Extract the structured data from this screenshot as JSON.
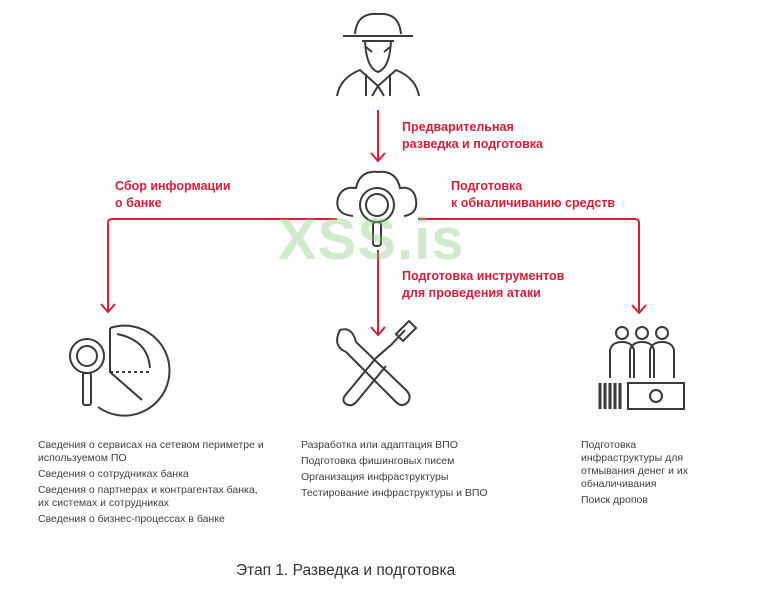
{
  "labels": {
    "recon": [
      "Предварительная",
      "разведка и подготовка"
    ],
    "collect": [
      "Сбор информации",
      "о банке"
    ],
    "cashout": [
      "Подготовка",
      "к обналичиванию средств"
    ],
    "tools": [
      "Подготовка инструментов",
      "для проведения атаки"
    ]
  },
  "columns": {
    "left": [
      "Сведения о сервисах на сетевом периметре и используемом ПО",
      "Сведения о сотрудниках банка",
      "Сведения о партнерах и контрагентах банка, их системах и сотрудниках",
      "Сведения о бизнес-процессах в банке"
    ],
    "middle": [
      "Разработка или адаптация ВПО",
      "Подготовка фишинговых писем",
      "Организация инфраструктуры",
      "Тестирование инфраструктуры и ВПО"
    ],
    "right": [
      "Подготовка инфраструктуры для отмывания денег и их обналичивания",
      "Поиск дропов"
    ]
  },
  "caption": "Этап 1. Разведка и подготовка",
  "watermark": "XSS.is",
  "colors": {
    "accent": "#d3203a",
    "icon": "#3a3a3a"
  }
}
